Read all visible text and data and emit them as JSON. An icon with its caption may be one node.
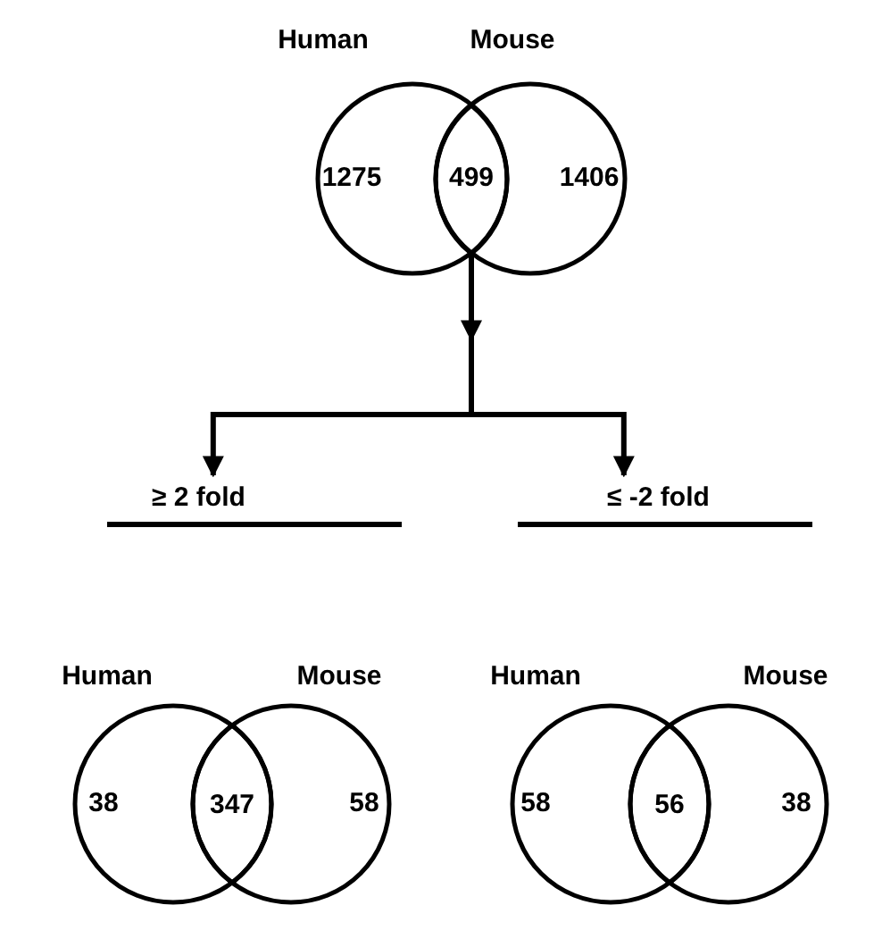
{
  "diagram": {
    "nodes": [
      {
        "text": [
          "Human",
          "1275"
        ]
      },
      {
        "text": [
          "Mouse",
          "1406"
        ]
      },
      {
        "text": [
          "499"
        ]
      },
      {
        "text": [
          "≥ 2 fold"
        ]
      },
      {
        "text": [
          "Human",
          "38"
        ]
      },
      {
        "text": [
          "347"
        ]
      },
      {
        "text": [
          "Mouse",
          "58"
        ]
      },
      {
        "text": [
          "≤ -2 fold"
        ]
      },
      {
        "text": [
          "Human",
          "58"
        ]
      },
      {
        "text": [
          "56"
        ]
      },
      {
        "text": [
          "Mouse",
          "38"
        ]
      }
    ],
    "edges": [
      {
        "from": 2,
        "to": 3,
        "arrow": "to"
      },
      {
        "from": 2,
        "to": 7,
        "arrow": "to"
      }
    ]
  }
}
